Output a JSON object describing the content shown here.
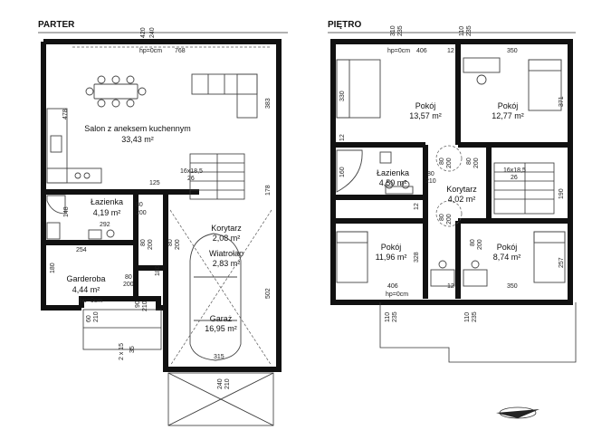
{
  "floors": {
    "parter": "PARTER",
    "pietro": "PIĘTRO"
  },
  "rooms_ground": {
    "salon_name": "Salon z aneksem kuchennym",
    "salon_area": "33,43 m²",
    "lazienka_name": "Łazienka",
    "lazienka_area": "4,19 m²",
    "korytarz_name": "Korytarz",
    "korytarz_area": "2,08 m²",
    "wiatrolap_name": "Wiatrołap",
    "wiatrolap_area": "2,83 m²",
    "garderoba_name": "Garderoba",
    "garderoba_area": "4,44 m²",
    "garaz_name": "Garaż",
    "garaz_area": "16,95 m²"
  },
  "rooms_upper": {
    "pokoj1_name": "Pokój",
    "pokoj1_area": "13,57 m²",
    "pokoj2_name": "Pokój",
    "pokoj2_area": "12,77 m²",
    "lazienka_name": "Łazienka",
    "lazienka_area": "4,50 m²",
    "korytarz_name": "Korytarz",
    "korytarz_area": "4,02 m²",
    "pokoj3_name": "Pokój",
    "pokoj3_area": "11,96 m²",
    "pokoj4_name": "Pokój",
    "pokoj4_area": "8,74 m²"
  },
  "dims_ground": {
    "top_420": "420",
    "top_240": "240",
    "hp_top": "hp=0cm",
    "width_768": "768",
    "side_478": "478",
    "side_383": "383",
    "d125": "125",
    "d178": "178",
    "stairs": "16x18,5",
    "stairs_26": "26",
    "d148": "148",
    "laz_80": "80",
    "laz_200": "200",
    "d292": "292",
    "d254": "254",
    "d180a": "180",
    "kor_80": "80",
    "kor_200": "200",
    "wia_80": "80",
    "wia_200": "200",
    "gard_80": "80",
    "gard_200": "200",
    "d180b": "180",
    "hp_gard": "hp=0cm",
    "d90": "90",
    "d210": "210",
    "bot_60": "60",
    "bot_210": "210",
    "step": "2 x 15",
    "step_35": "35",
    "d502": "502",
    "d315": "315",
    "bot_240": "240",
    "bot_210b": "210"
  },
  "dims_upper": {
    "top_310": "310",
    "top_235": "235",
    "top_110": "110",
    "top_235b": "235",
    "hp_top": "hp=0cm",
    "d406": "406",
    "d12a": "12",
    "d350": "350",
    "d330": "330",
    "d371": "371",
    "d12b": "12",
    "d160": "160",
    "d80a": "80",
    "d210a": "210",
    "d80b": "80",
    "d200a": "200",
    "d80c": "80",
    "d200b": "200",
    "stairs": "16x18,5",
    "stairs_26": "26",
    "d190": "190",
    "d12c": "12",
    "d80d": "80",
    "d200c": "200",
    "d80e": "80",
    "d200d": "200",
    "d328": "328",
    "d257": "257",
    "d406b": "406",
    "d12d": "12",
    "d350b": "350",
    "hp_bot": "hp=0cm",
    "bot_110": "110",
    "bot_235": "235",
    "bot_110b": "110",
    "bot_235b": "235"
  }
}
